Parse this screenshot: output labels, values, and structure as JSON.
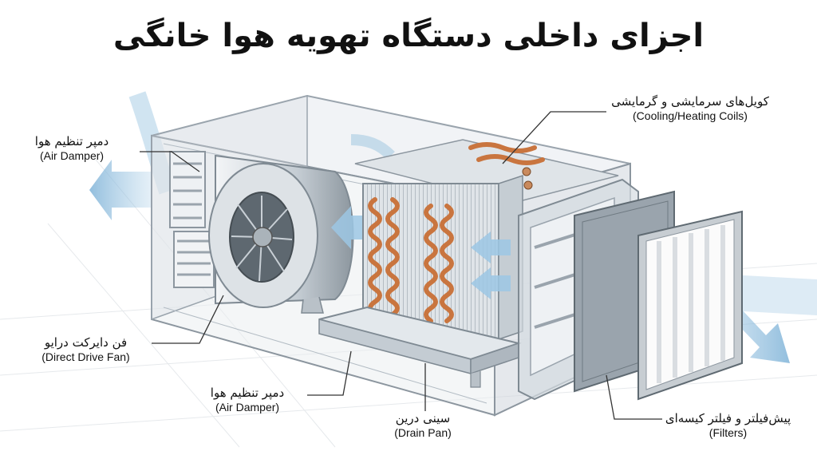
{
  "title": "اجزای داخلی دستگاه تهویه هوا خانگی",
  "labels": {
    "coils": {
      "fa": "کویل‌های سرمایشی و گرمایشی",
      "en": "(Cooling/Heating Coils)"
    },
    "damper_top": {
      "fa": "دمپر تنظیم هوا",
      "en": "(Air Damper)"
    },
    "fan": {
      "fa": "فن دایرکت درایو",
      "en": "(Direct Drive Fan)"
    },
    "damper_bottom": {
      "fa": "دمپر تنظیم هوا",
      "en": "(Air Damper)"
    },
    "drain_pan": {
      "fa": "سینی درین",
      "en": "(Drain Pan)"
    },
    "filters": {
      "fa": "پیش‌فیلتر و فیلتر کیسه‌ای",
      "en": "(Filters)"
    }
  },
  "colors": {
    "metal": "#c9d1d8",
    "copper": "#c9753f",
    "airflow": "#a9cde6"
  }
}
